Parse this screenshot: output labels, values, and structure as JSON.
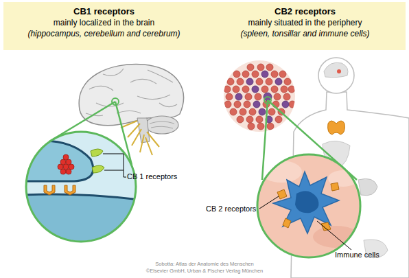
{
  "diagram": {
    "nodes": [
      {
        "text": [
          "CB1 receptors",
          "mainly localized in the brain",
          "(hippocampus, cerebellum and cerebrum)"
        ]
      },
      {
        "text": [
          "CB2 receptors",
          "mainly situated in the periphery",
          "(spleen, tonsillar and immune cells)"
        ]
      }
    ],
    "labels": [
      "CB 1 receptors",
      "CB 2 receptors",
      "Immune cells",
      "Sobotta: Atlas der Anatomie des Menschen",
      "©Elsevier GmbH, Urban & Fischer Verlag München"
    ]
  }
}
